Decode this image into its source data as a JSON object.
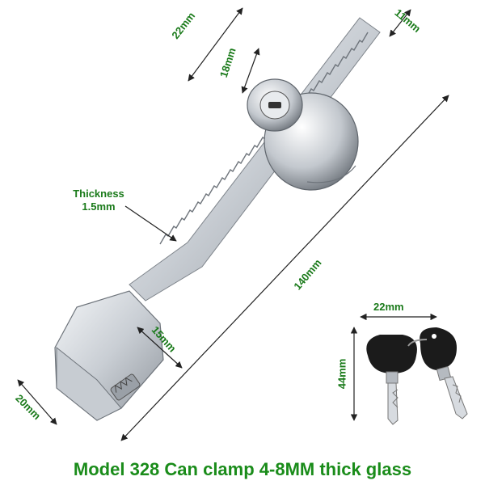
{
  "dimensions": {
    "top_width": "22mm",
    "end_width": "11mm",
    "lock_size": "18mm",
    "length": "140mm",
    "clamp_height": "15mm",
    "clamp_width": "20mm",
    "key_width": "22mm",
    "key_height": "44mm"
  },
  "thickness": {
    "title": "Thickness",
    "value": "1.5mm"
  },
  "caption": "Model 328 Can clamp 4-8MM thick glass",
  "colors": {
    "label_green": "#1a7a1a",
    "caption_green": "#1a8c1a",
    "metal": "#d9dde2",
    "key_black": "#1b1b1b"
  }
}
